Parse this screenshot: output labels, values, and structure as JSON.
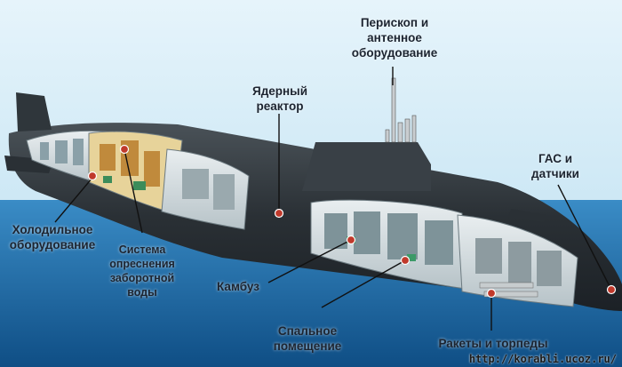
{
  "labels": {
    "periscope": "Перископ и\nантенное\nоборудование",
    "reactor": "Ядерный\nреактор",
    "sonar": "ГАС и\nдатчики",
    "refrigeration": "Холодильное\nоборудование",
    "desalination": "Система\nопреснения\nзаборотной\nводы",
    "galley": "Камбуз",
    "sleeping": "Спальное\nпомещение",
    "weapons": "Ракеты и торпеды"
  },
  "watermark": "http://korabli.ucoz.ru/",
  "colors": {
    "sky_top": "#dff1fb",
    "sky_bottom": "#b8e0f4",
    "water": "#1e6da8",
    "hull": "#2c3338",
    "marker": "#c0392b"
  }
}
